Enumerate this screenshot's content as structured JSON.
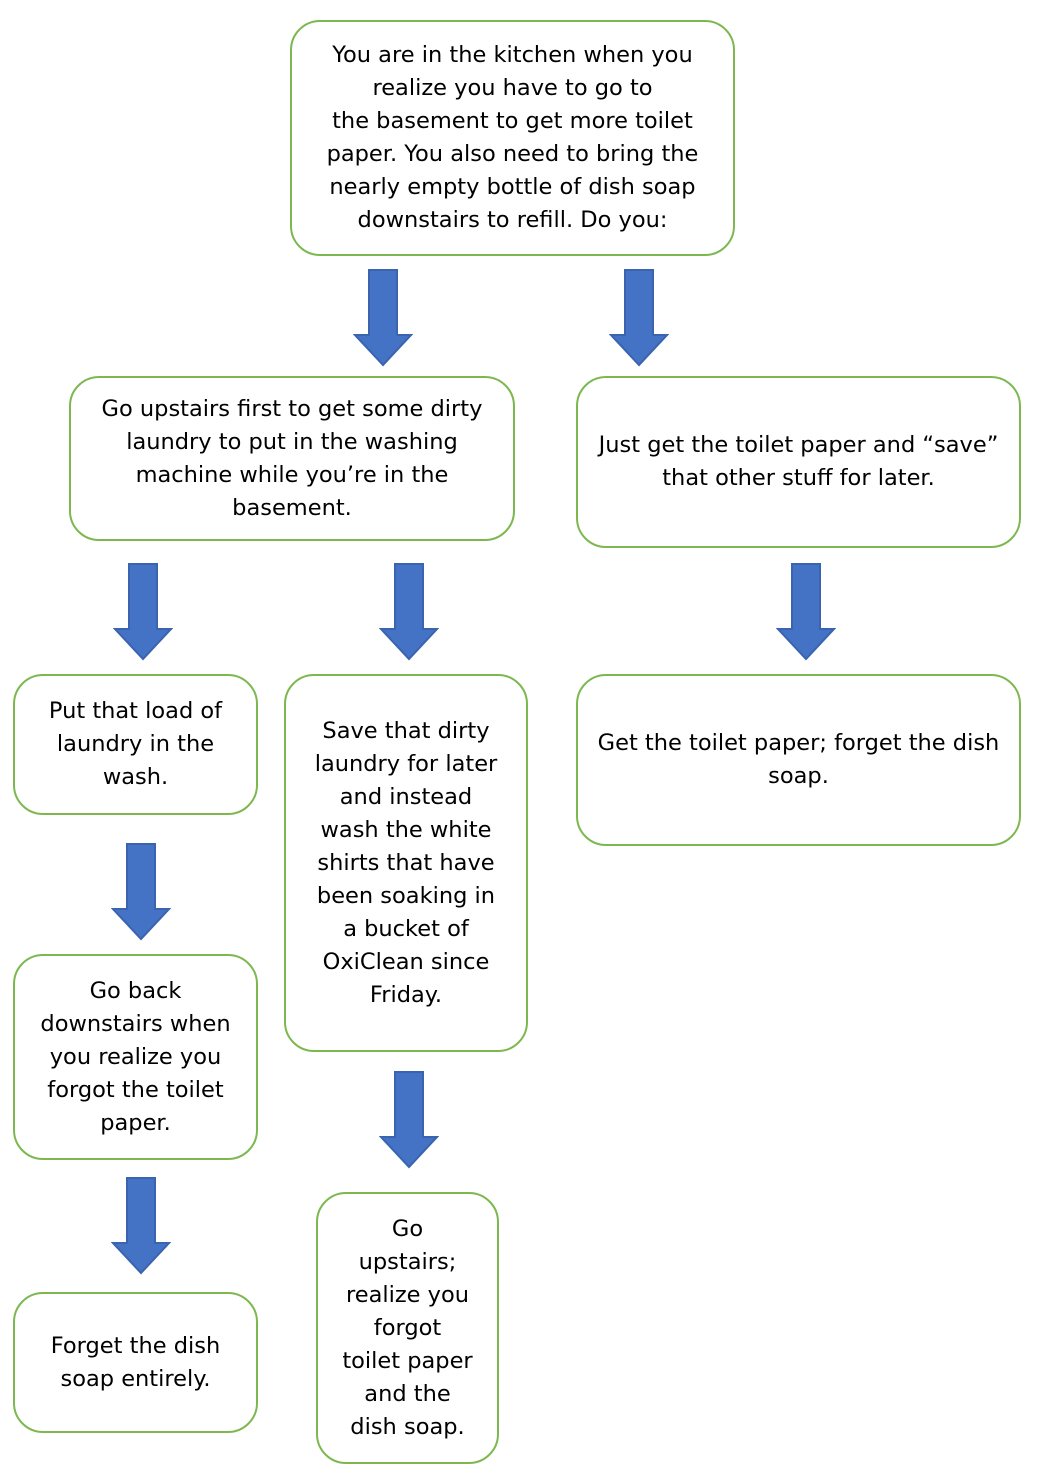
{
  "colors": {
    "box_border": "#7cb84f",
    "arrow_fill": "#4472c4",
    "arrow_stroke": "#3a63b0",
    "text": "#000000",
    "background": "#ffffff"
  },
  "nodes": {
    "start": {
      "text": "You are in the kitchen when you\nrealize you have to go to\nthe basement to get more toilet\npaper. You also need to bring the\nnearly empty bottle of dish soap\ndownstairs to refill. Do you:"
    },
    "option_laundry": {
      "text": "Go upstairs first to get some dirty\nlaundry to put in the washing\nmachine while you’re in the\nbasement."
    },
    "option_toilet_paper": {
      "text": "Just get the toilet paper and “save”\nthat other stuff for later."
    },
    "put_load": {
      "text": "Put that load of\nlaundry in the\nwash."
    },
    "save_laundry": {
      "text": "Save that dirty\nlaundry for later\nand instead\nwash the white\nshirts that have\nbeen soaking in\na bucket of\nOxiClean since\nFriday."
    },
    "forget_dish_soap_right": {
      "text": "Get the toilet paper; forget the dish\nsoap."
    },
    "go_back_downstairs": {
      "text": "Go back\ndownstairs when\nyou realize you\nforgot the toilet\npaper."
    },
    "forget_dish_soap_entirely": {
      "text": "Forget the dish\nsoap entirely."
    },
    "go_upstairs_forgot": {
      "text": "Go\nupstairs;\nrealize you\nforgot\ntoilet paper\nand the\ndish soap."
    }
  },
  "arrows": [
    {
      "from": "start",
      "to": "option_laundry"
    },
    {
      "from": "start",
      "to": "option_toilet_paper"
    },
    {
      "from": "option_laundry",
      "to": "put_load"
    },
    {
      "from": "option_laundry",
      "to": "save_laundry"
    },
    {
      "from": "option_toilet_paper",
      "to": "forget_dish_soap_right"
    },
    {
      "from": "put_load",
      "to": "go_back_downstairs"
    },
    {
      "from": "go_back_downstairs",
      "to": "forget_dish_soap_entirely"
    },
    {
      "from": "save_laundry",
      "to": "go_upstairs_forgot"
    }
  ]
}
